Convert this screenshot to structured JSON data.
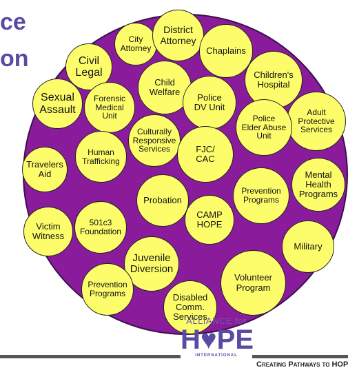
{
  "title": {
    "line1": "ce",
    "line2": "on"
  },
  "colors": {
    "ring_fill": "#8a1b9a",
    "node_fill": "#fdfd6b",
    "title": "#5b4aa2"
  },
  "nodes": [
    {
      "id": "city-attorney",
      "label": "City\nAttorney"
    },
    {
      "id": "district-attorney",
      "label": "District\nAttorney"
    },
    {
      "id": "chaplains",
      "label": "Chaplains"
    },
    {
      "id": "civil-legal",
      "label": "Civil\nLegal"
    },
    {
      "id": "childrens-hospital",
      "label": "Children's\nHospital"
    },
    {
      "id": "child-welfare",
      "label": "Child\nWelfare"
    },
    {
      "id": "sexual-assault",
      "label": "Sexual\nAssault"
    },
    {
      "id": "forensic-medical-unit",
      "label": "Forensic\nMedical\nUnit"
    },
    {
      "id": "police-dv-unit",
      "label": "Police\nDV Unit"
    },
    {
      "id": "adult-protective-services",
      "label": "Adult\nProtective\nServices"
    },
    {
      "id": "police-elder-abuse-unit",
      "label": "Police\nElder Abuse\nUnit"
    },
    {
      "id": "culturally-responsive-services",
      "label": "Culturally\nResponsive\nServices"
    },
    {
      "id": "travelers-aid",
      "label": "Travelers\nAid"
    },
    {
      "id": "human-trafficking",
      "label": "Human\nTrafficking"
    },
    {
      "id": "fjc-cac",
      "label": "FJC/\nCAC"
    },
    {
      "id": "mental-health-programs",
      "label": "Mental\nHealth\nPrograms"
    },
    {
      "id": "prevention-programs-right",
      "label": "Prevention\nPrograms"
    },
    {
      "id": "probation",
      "label": "Probation"
    },
    {
      "id": "victim-witness",
      "label": "Victim\nWitness"
    },
    {
      "id": "501c3-foundation",
      "label": "501c3\nFoundation"
    },
    {
      "id": "camp-hope",
      "label": "CAMP\nHOPE"
    },
    {
      "id": "military",
      "label": "Military"
    },
    {
      "id": "juvenile-diversion",
      "label": "Juvenile\nDiversion"
    },
    {
      "id": "volunteer-program",
      "label": "Volunteer\nProgram"
    },
    {
      "id": "prevention-programs-bottom",
      "label": "Prevention\nPrograms"
    },
    {
      "id": "disabled-comm-services",
      "label": "Disabled\nComm.\nServices"
    }
  ],
  "footer": {
    "logo_top": "ALLIANCE for",
    "logo_mid": "H♥PE",
    "logo_bottom": "INTERNATIONAL",
    "tagline": "Creating Pathways to HOPE"
  }
}
